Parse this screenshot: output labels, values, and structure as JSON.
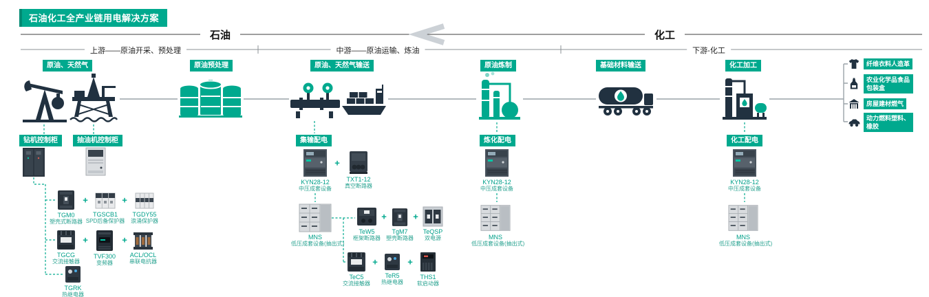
{
  "title": "石油化工全产业链用电解决方案",
  "sections": {
    "petroleum": "石油",
    "chemical": "化工"
  },
  "stages": {
    "upstream": "上游——原油开采、预处理",
    "midstream": "中游——原油运输、炼油",
    "downstream": "下游-化工"
  },
  "process": {
    "crude_gas": "原油、天然气",
    "pretreatment": "原油预处理",
    "transmission": "原油、天然气输送",
    "refining": "原油炼制",
    "material_transport": "基础材料输送",
    "chemical_processing": "化工加工"
  },
  "end_uses": [
    "纤维衣料人造革",
    "农业化学品食品包装盒",
    "房屋建材燃气",
    "动力燃料塑料、橡胶"
  ],
  "panels": {
    "drill_rig": "钻机控制柜",
    "pumpjack": "抽油机控制柜",
    "gathering": "集输配电",
    "refinery": "炼化配电",
    "chemical": "化工配电"
  },
  "plus": "+",
  "products": {
    "tgm0": {
      "name": "TGM0",
      "desc": "塑壳式断路器"
    },
    "tgscb1": {
      "name": "TGSCB1",
      "desc": "SPD后备保护器"
    },
    "tgdy55": {
      "name": "TGDY55",
      "desc": "浪涌保护器"
    },
    "tgcg": {
      "name": "TGCG",
      "desc": "交流接触器"
    },
    "tvf300": {
      "name": "TVF300",
      "desc": "变频器"
    },
    "acl_ocl": {
      "name": "ACL/OCL",
      "desc": "串联电抗器"
    },
    "tgrk": {
      "name": "TGRK",
      "desc": "热继电器"
    },
    "kyn_gathering": {
      "name": "KYN28-12",
      "desc": "中压成套设备"
    },
    "txt1": {
      "name": "TXT1-12",
      "desc": "真空断路器"
    },
    "mns_gathering": {
      "name": "MNS",
      "desc": "低压成套设备(抽出式)"
    },
    "tew5": {
      "name": "TeW5",
      "desc": "框架断路器"
    },
    "tgm7": {
      "name": "TgM7",
      "desc": "塑壳断路器"
    },
    "teqsp": {
      "name": "TeQSP",
      "desc": "双电源"
    },
    "tec5": {
      "name": "TeC5",
      "desc": "交流接触器"
    },
    "ter5": {
      "name": "TeR5",
      "desc": "热继电器"
    },
    "ths1": {
      "name": "THS1",
      "desc": "软启动器"
    },
    "kyn_refinery": {
      "name": "KYN28-12",
      "desc": "中压成套设备"
    },
    "mns_refinery": {
      "name": "MNS",
      "desc": "低压成套设备(抽出式)"
    },
    "kyn_chemical": {
      "name": "KYN28-12",
      "desc": "中压成套设备"
    },
    "mns_chemical": {
      "name": "MNS",
      "desc": "低压成套设备(抽出式)"
    }
  },
  "colors": {
    "accent": "#00a98e",
    "dark": "#213140"
  }
}
